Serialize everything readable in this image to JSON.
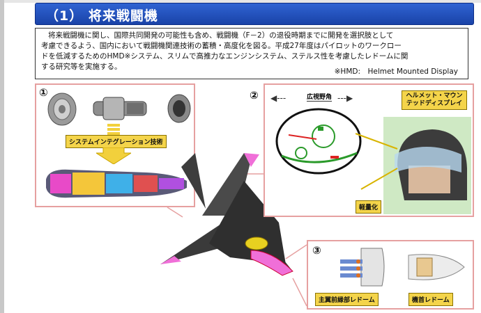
{
  "header": {
    "title": "（1） 将来戦闘機"
  },
  "description": {
    "lines": [
      "将来戦闘機に関し、国際共同開発の可能性も含め、戦闘機（F－2）の退役時期までに開発を選択肢として",
      "考慮できるよう、国内において戦闘機関連技術の蓄積・高度化を図る。平成27年度はパイロットのワークロー",
      "ドを低減するためのHMD※システム、スリムで高推力なエンジンシステム、ステルス性を考慮したレドームに関",
      "する研究等を実施する。"
    ],
    "note": "※HMD:　Helmet Mounted Display"
  },
  "panel1": {
    "number": "①",
    "system_label": "システムインテグレーション技術"
  },
  "panel2": {
    "number": "②",
    "wide_angle": "広視野角",
    "hmd_label": "ヘルメット・マウンテッドディスプレイ",
    "lightweight": "軽量化"
  },
  "panel3": {
    "number": "③",
    "wing_radome": "主翼前縁部レドーム",
    "nose_radome": "機首レドーム"
  },
  "colors": {
    "header": "#2350c0",
    "label": "#f4d44a",
    "panel_border": "#e6a0a0",
    "radome": "#f06fd8"
  }
}
